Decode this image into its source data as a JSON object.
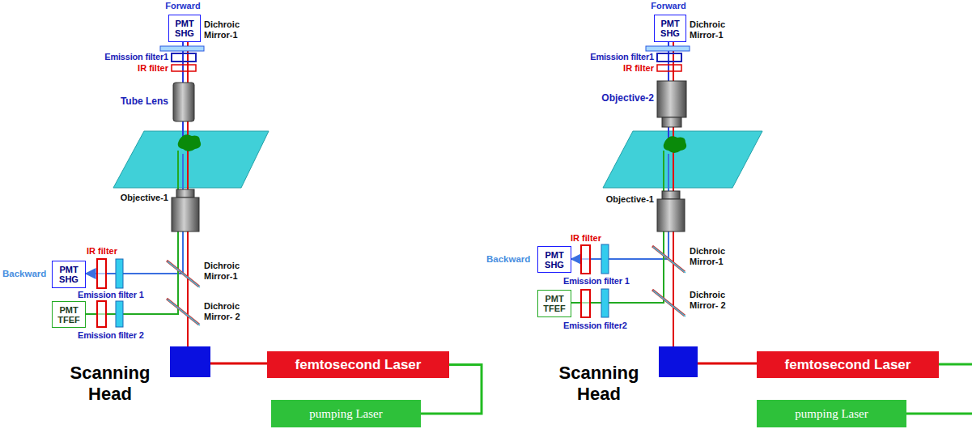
{
  "diagram": {
    "nodes": [
      {
        "text": [
          "PMT SHG"
        ]
      },
      {
        "text": [
          "PMT SHG"
        ]
      },
      {
        "text": [
          "PMT TFEF"
        ]
      },
      {
        "text": [
          "Scanning Head"
        ]
      },
      {
        "text": [
          "femtosecond Laser"
        ]
      },
      {
        "text": [
          "pumping Laser"
        ]
      },
      {
        "text": [
          "PMT SHG"
        ]
      },
      {
        "text": [
          "PMT SHG"
        ]
      },
      {
        "text": [
          "PMT TFEF"
        ]
      },
      {
        "text": [
          "Scanning Head"
        ]
      },
      {
        "text": [
          "femtosecond Laser"
        ]
      },
      {
        "text": [
          "pumping Laser"
        ]
      }
    ],
    "edges": [
      {
        "from": 3,
        "to": 4,
        "arrow": "none"
      },
      {
        "from": 4,
        "to": 5,
        "arrow": "none"
      },
      {
        "from": 9,
        "to": 10,
        "arrow": "none"
      }
    ],
    "labels": [
      "Forward",
      "Dichroic Mirror-1",
      "Emission filter1",
      "IR filter",
      "Tube Lens",
      "Objective-1",
      "IR filter",
      "Backward",
      "Emission filter 1",
      "Dichroic Mirror-1",
      "Dichroic Mirror- 2",
      "Emission filter 2",
      "Forward",
      "Dichroic Mirror-1",
      "Emission filter1",
      "IR filter",
      "Objective-2",
      "Objective-1",
      "IR filter",
      "Backward",
      "Dichroic Mirror-1",
      "Emission filter 1",
      "Dichroic Mirror- 2",
      "Emission filter2"
    ]
  }
}
